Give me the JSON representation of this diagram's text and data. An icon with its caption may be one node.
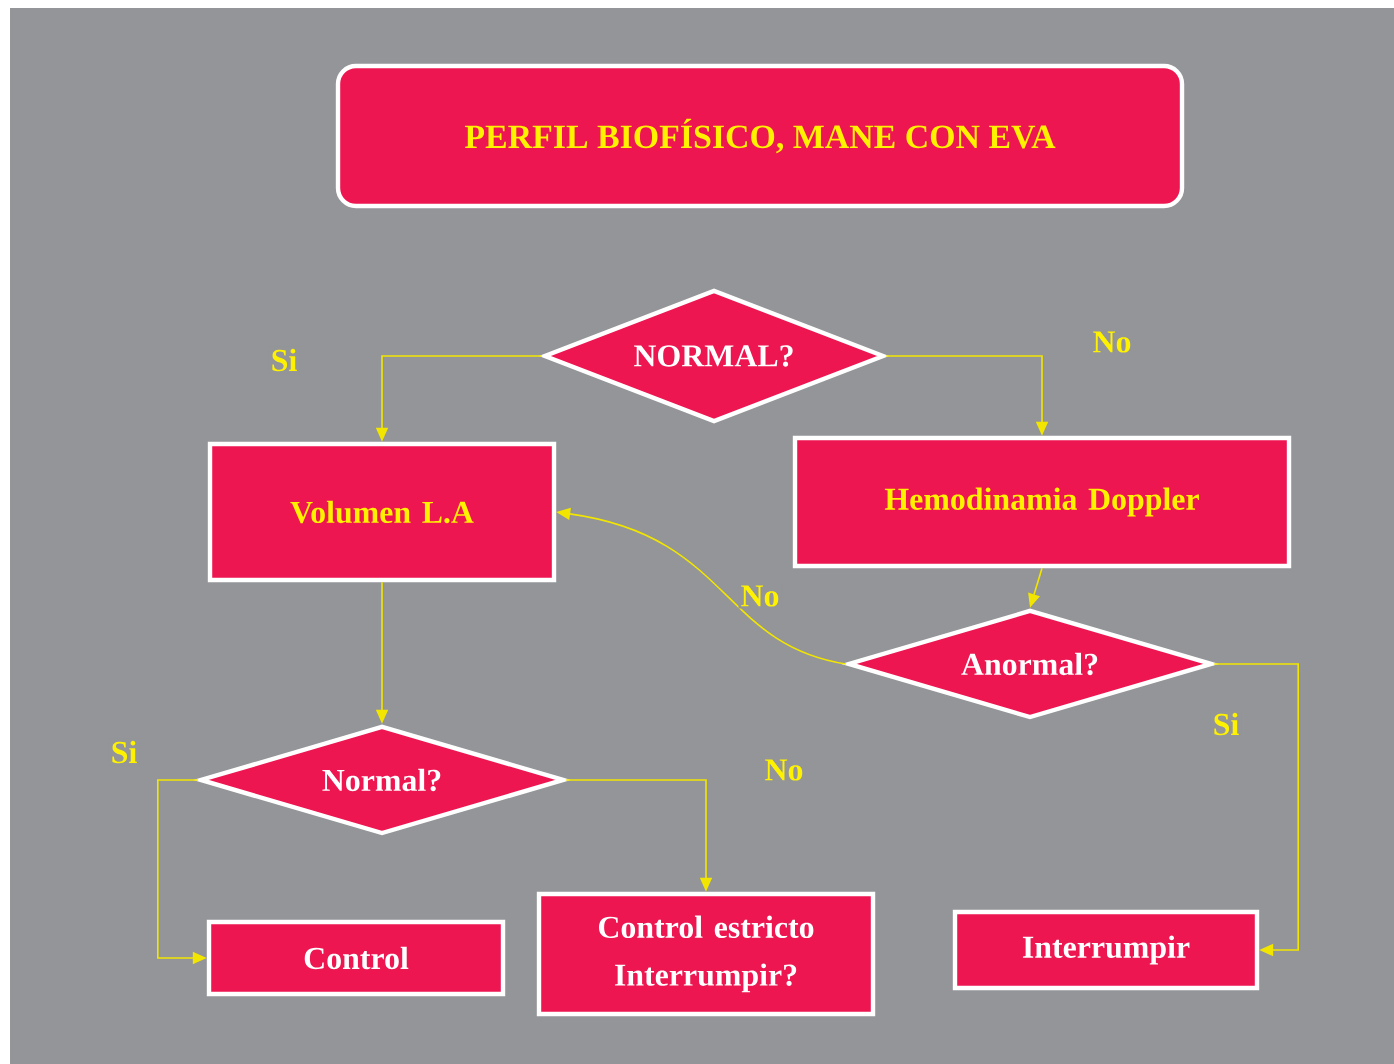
{
  "diagram": {
    "nodes": [
      {
        "text": [
          "PERFIL BIOFÍSICO, MANE CON EVA"
        ]
      },
      {
        "text": [
          "NORMAL?"
        ]
      },
      {
        "text": [
          "Volumen L.A"
        ]
      },
      {
        "text": [
          "Hemodinamia Doppler"
        ]
      },
      {
        "text": [
          "Anormal?"
        ]
      },
      {
        "text": [
          "Normal?"
        ]
      },
      {
        "text": [
          "Control"
        ]
      },
      {
        "text": [
          "Control estricto Interrumpir?"
        ]
      },
      {
        "text": [
          "Interrumpir"
        ]
      }
    ],
    "edges": [
      {
        "from": 1,
        "to": 2,
        "arrow": "to",
        "label": "Si"
      },
      {
        "from": 1,
        "to": 3,
        "arrow": "to",
        "label": "No"
      },
      {
        "from": 3,
        "to": 4,
        "arrow": "to"
      },
      {
        "from": 4,
        "to": 2,
        "arrow": "to",
        "label": "No"
      },
      {
        "from": 4,
        "to": 8,
        "arrow": "to",
        "label": "Si"
      },
      {
        "from": 2,
        "to": 5,
        "arrow": "to"
      },
      {
        "from": 5,
        "to": 6,
        "arrow": "to",
        "label": "Si"
      },
      {
        "from": 5,
        "to": 7,
        "arrow": "to",
        "label": "No"
      }
    ]
  }
}
